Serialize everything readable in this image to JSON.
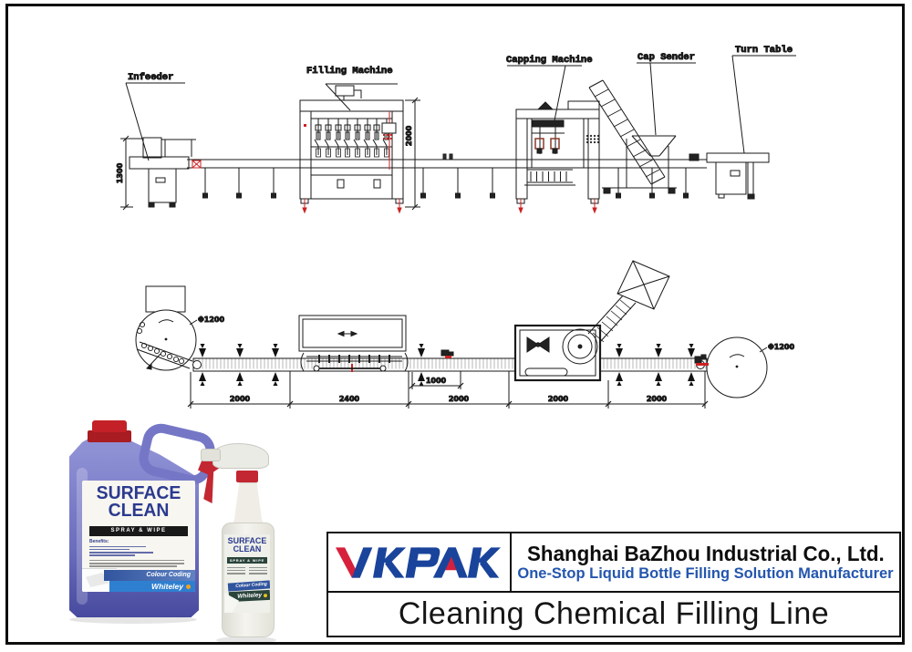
{
  "page": {
    "background": "#ffffff",
    "frame_color": "#0d0d0d"
  },
  "drawing": {
    "labels": {
      "infeeder": "Infeeder",
      "filling_machine": "Filling Machine",
      "capping_machine": "Capping Machine",
      "cap_sender": "Cap Sender",
      "turn_table": "Turn Table"
    },
    "side_dims": {
      "infeeder_height": "1300",
      "filling_height": "2000"
    },
    "plan_dims": {
      "dia_left": "Φ1200",
      "dia_right": "Φ1200",
      "gap": "1000",
      "segments": [
        {
          "label": "2000"
        },
        {
          "label": "2400"
        },
        {
          "label": "2000"
        },
        {
          "label": "2000"
        },
        {
          "label": "2000"
        }
      ]
    },
    "colors": {
      "line": "#1a1a1a",
      "accent_red": "#cc2222"
    }
  },
  "products": {
    "jerrycan": {
      "title_line1": "SURFACE",
      "title_line2": "CLEAN",
      "band": "SPRAY & WIPE",
      "benefits_heading": "Benefits:",
      "colour_coding": "Colour Coding",
      "brand": "Whiteley"
    },
    "spray_bottle": {
      "title_line1": "SURFACE",
      "title_line2": "CLEAN",
      "band": "SPRAY & WIPE",
      "colour_coding": "Colour Coding",
      "brand": "Whiteley"
    }
  },
  "footer": {
    "logo_text": "VKPAK",
    "company_name": "Shanghai BaZhou Industrial Co., Ltd.",
    "tagline": "One-Stop Liquid Bottle Filling Solution Manufacturer",
    "title": "Cleaning Chemical Filling Line",
    "colors": {
      "logo_blue": "#1a449b",
      "logo_red": "#d6203c",
      "tagline_blue": "#2456ae"
    }
  }
}
